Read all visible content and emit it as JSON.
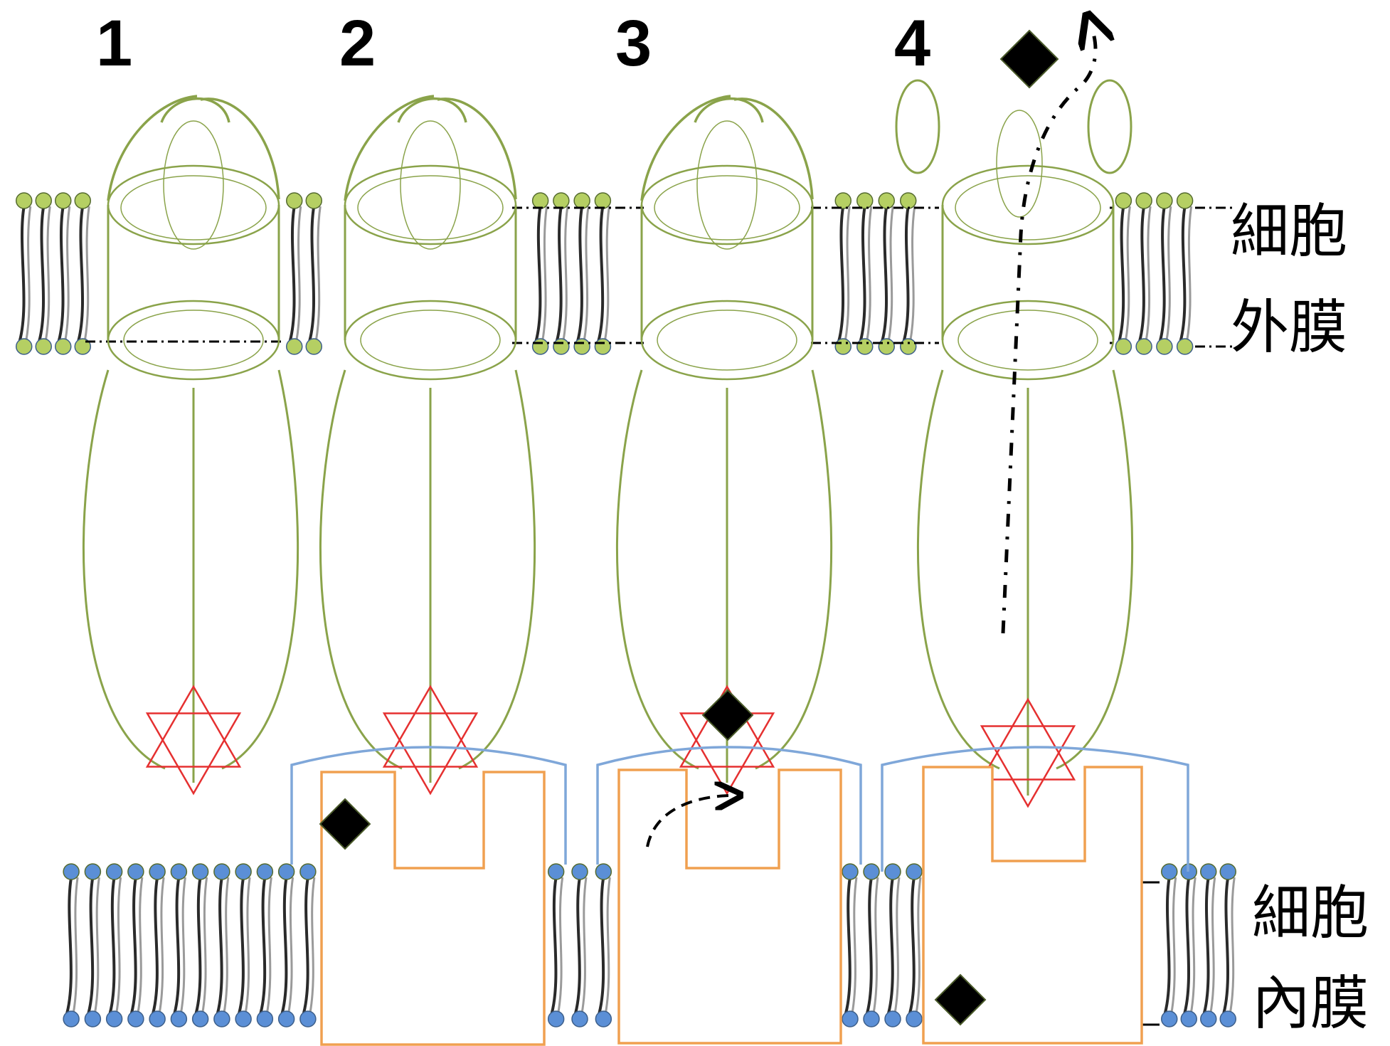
{
  "stages": [
    {
      "number": "1"
    },
    {
      "number": "2"
    },
    {
      "number": "3"
    },
    {
      "number": "4"
    }
  ],
  "labels": {
    "outer_membrane_line1": "細胞",
    "outer_membrane_line2": "外膜",
    "inner_membrane_line1": "細胞",
    "inner_membrane_line2": "內膜"
  },
  "colors": {
    "outer_complex": "#8aa34a",
    "outer_lipid_head": "#b5cf63",
    "inner_lipid_head": "#5b8fd6",
    "star": "#e53030",
    "inner_transporter": "#f0a050",
    "cap": "#7fa7d9",
    "substrate": "#000000"
  }
}
